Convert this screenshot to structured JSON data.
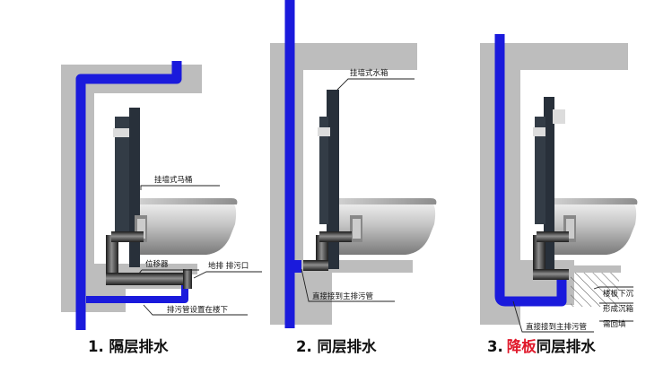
{
  "colors": {
    "pipe": "#1a1adc",
    "wall": "#bdbdbd",
    "frame": "#28303a",
    "accent_red": "#e0182a"
  },
  "panel1": {
    "label_toilet": "挂墙式马桶",
    "label_shifter": "位移器",
    "label_floor_drain": "地排 排污口",
    "label_pipe_below": "排污管设置在楼下",
    "caption": "1. 隔层排水"
  },
  "panel2": {
    "label_tank": "挂墙式水箱",
    "label_direct": "直接接到主排污管",
    "caption": "2. 同层排水"
  },
  "panel3": {
    "label_direct": "直接接到主排污管",
    "label_slab_sink": "楼板下沉",
    "label_box": "形成沉箱",
    "label_backfill": "需回填",
    "caption_prefix": "3.",
    "caption_red": "降板",
    "caption_suffix": "同层排水"
  },
  "icons": [
    "wall-hung-toilet-icon",
    "concealed-cistern-icon",
    "drain-pipe-icon"
  ]
}
